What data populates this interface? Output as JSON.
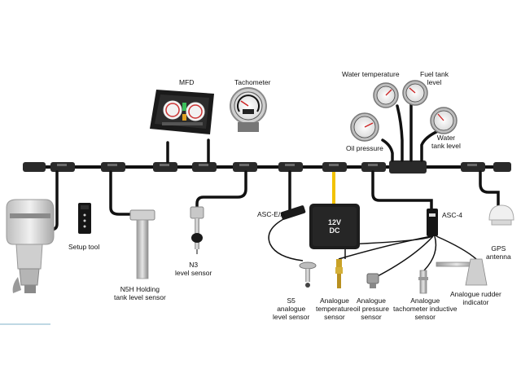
{
  "diagram": {
    "labels": {
      "mfd": "MFD",
      "tachometer": "Tachometer",
      "water_temperature": "Water temperature",
      "fuel_tank_level": [
        "Fuel tank",
        "level"
      ],
      "oil_pressure": "Oil pressure",
      "water_tank_level": [
        "Water",
        "tank level"
      ],
      "setup_tool": "Setup tool",
      "n5h": [
        "N5H Holding",
        "tank level sensor"
      ],
      "n3": [
        "N3",
        "level sensor"
      ],
      "asc_ea": "ASC-E/A",
      "dc_box": [
        "12V",
        "DC"
      ],
      "asc4": "ASC-4",
      "gps": [
        "GPS",
        "antenna"
      ],
      "s5": [
        "S5",
        "analogue",
        "level sensor"
      ],
      "temp_sensor": [
        "Analogue",
        "temperature",
        "sensor"
      ],
      "oil_sensor": [
        "Analogue",
        "oil pressure",
        "sensor"
      ],
      "tacho_sensor": [
        "Analogue",
        "tachometer inductive",
        "sensor"
      ],
      "rudder": [
        "Analogue rudder",
        "indicator"
      ]
    },
    "colors": {
      "cable": "#111111",
      "power_cable": "#f2c200",
      "device_body": "#1e1e1e",
      "tee_connector": "#2a2a2a",
      "sensor_metal": "#bfbfbf",
      "engine": "#dcdcdc"
    },
    "icons": [
      "outboard-engine-icon",
      "gps-antenna-icon",
      "gauge-icon",
      "sensor-icon"
    ]
  }
}
